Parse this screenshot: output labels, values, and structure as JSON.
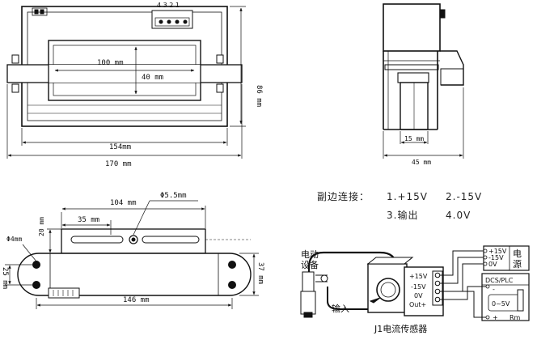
{
  "front_view": {
    "pins": "4 3 2 1",
    "dim_width_inner": "100 mm",
    "dim_height_inner": "40 mm",
    "dim_height": "86 mm",
    "dim_width_body": "154mm",
    "dim_width_total": "170 mm"
  },
  "side_view": {
    "dim_inner": "15 mm",
    "dim_total": "45 mm"
  },
  "bottom_view": {
    "dim_hole_dia": "Φ5.5mm",
    "dim_104": "104 mm",
    "dim_35": "35 mm",
    "dim_phi4": "Φ4mm",
    "dim_20": "20 mm",
    "dim_25": "25 mm",
    "dim_37": "37 mm",
    "dim_146": "146 mm"
  },
  "pinout": {
    "title": "副边连接：",
    "pin1": "1.+15V",
    "pin2": "2.-15V",
    "pin3": "3.输出",
    "pin4": "4.0V"
  },
  "wiring": {
    "equipment_line1": "电动",
    "equipment_line2": "设备",
    "input_label": "输入",
    "sensor_caption": "J1电流传感器",
    "term_p15": "+15V",
    "term_m15": "-15V",
    "term_0v": "0V",
    "term_out": "Out+",
    "psu_p15": "+15V",
    "psu_m15": "-15V",
    "psu_0v": "0V",
    "psu_label_line1": "电",
    "psu_label_line2": "源",
    "dcs_label": "DCS/PLC",
    "dcs_range": "0~5V",
    "dcs_rm": "Rm",
    "dcs_plus": "+",
    "dcs_minus": "-"
  }
}
